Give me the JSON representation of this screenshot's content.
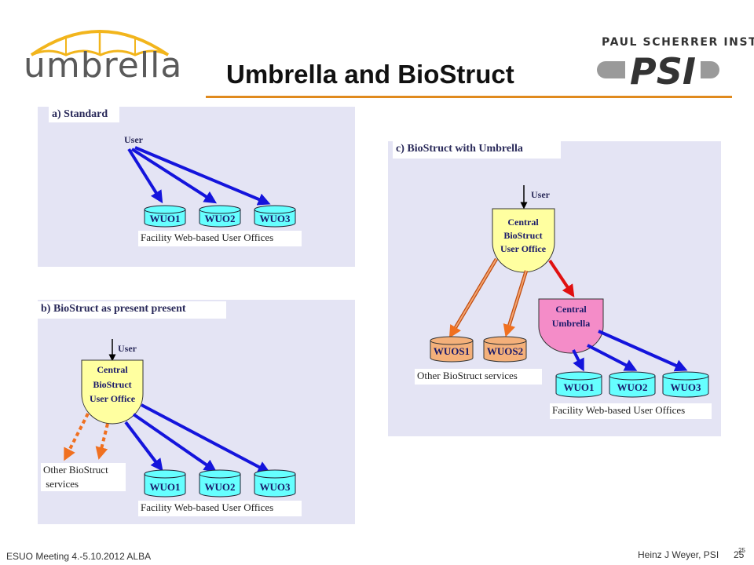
{
  "header": {
    "title": "Umbrella and BioStruct",
    "umbrella_logo_text": "umbrella",
    "psi_name": "PAUL SCHERRER INSTITUT",
    "psi_logo_text": "PSI"
  },
  "panel_a": {
    "label": "a) Standard",
    "user": "User",
    "nodes": [
      "WUO1",
      "WUO2",
      "WUO3"
    ],
    "caption": "Facility Web-based User Offices"
  },
  "panel_b": {
    "label": "b) BioStruct as present present",
    "user": "User",
    "central": [
      "Central",
      "BioStruct",
      "User Office"
    ],
    "nodes": [
      "WUO1",
      "WUO2",
      "WUO3"
    ],
    "caption": "Facility Web-based User Offices",
    "other_services": [
      "Other BioStruct",
      " services"
    ]
  },
  "panel_c": {
    "label": "c) BioStruct with Umbrella",
    "user": "User",
    "central": [
      "Central",
      "BioStruct",
      "User Office"
    ],
    "umbrella": [
      "Central",
      "Umbrella"
    ],
    "wuos": [
      "WUOS1",
      "WUOS2"
    ],
    "other_caption": "Other BioStruct services",
    "nodes": [
      "WUO1",
      "WUO2",
      "WUO3"
    ],
    "caption": "Facility Web-based User Offices"
  },
  "footer": {
    "left": "ESUO Meeting 4.-5.10.2012  ALBA",
    "right": "Heinz J Weyer, PSI",
    "page": "25",
    "page_small": "25"
  },
  "colors": {
    "panel": "#e4e4f4",
    "arrow_blue": "#1414dc",
    "arrow_red": "#e01010",
    "arrow_orange": "#f07020",
    "node_cyan": "#66ffff",
    "node_yellow": "#ffffa0",
    "node_pink": "#f48cc8",
    "node_orange": "#f4b07a",
    "rule_orange": "#e08a1e"
  }
}
